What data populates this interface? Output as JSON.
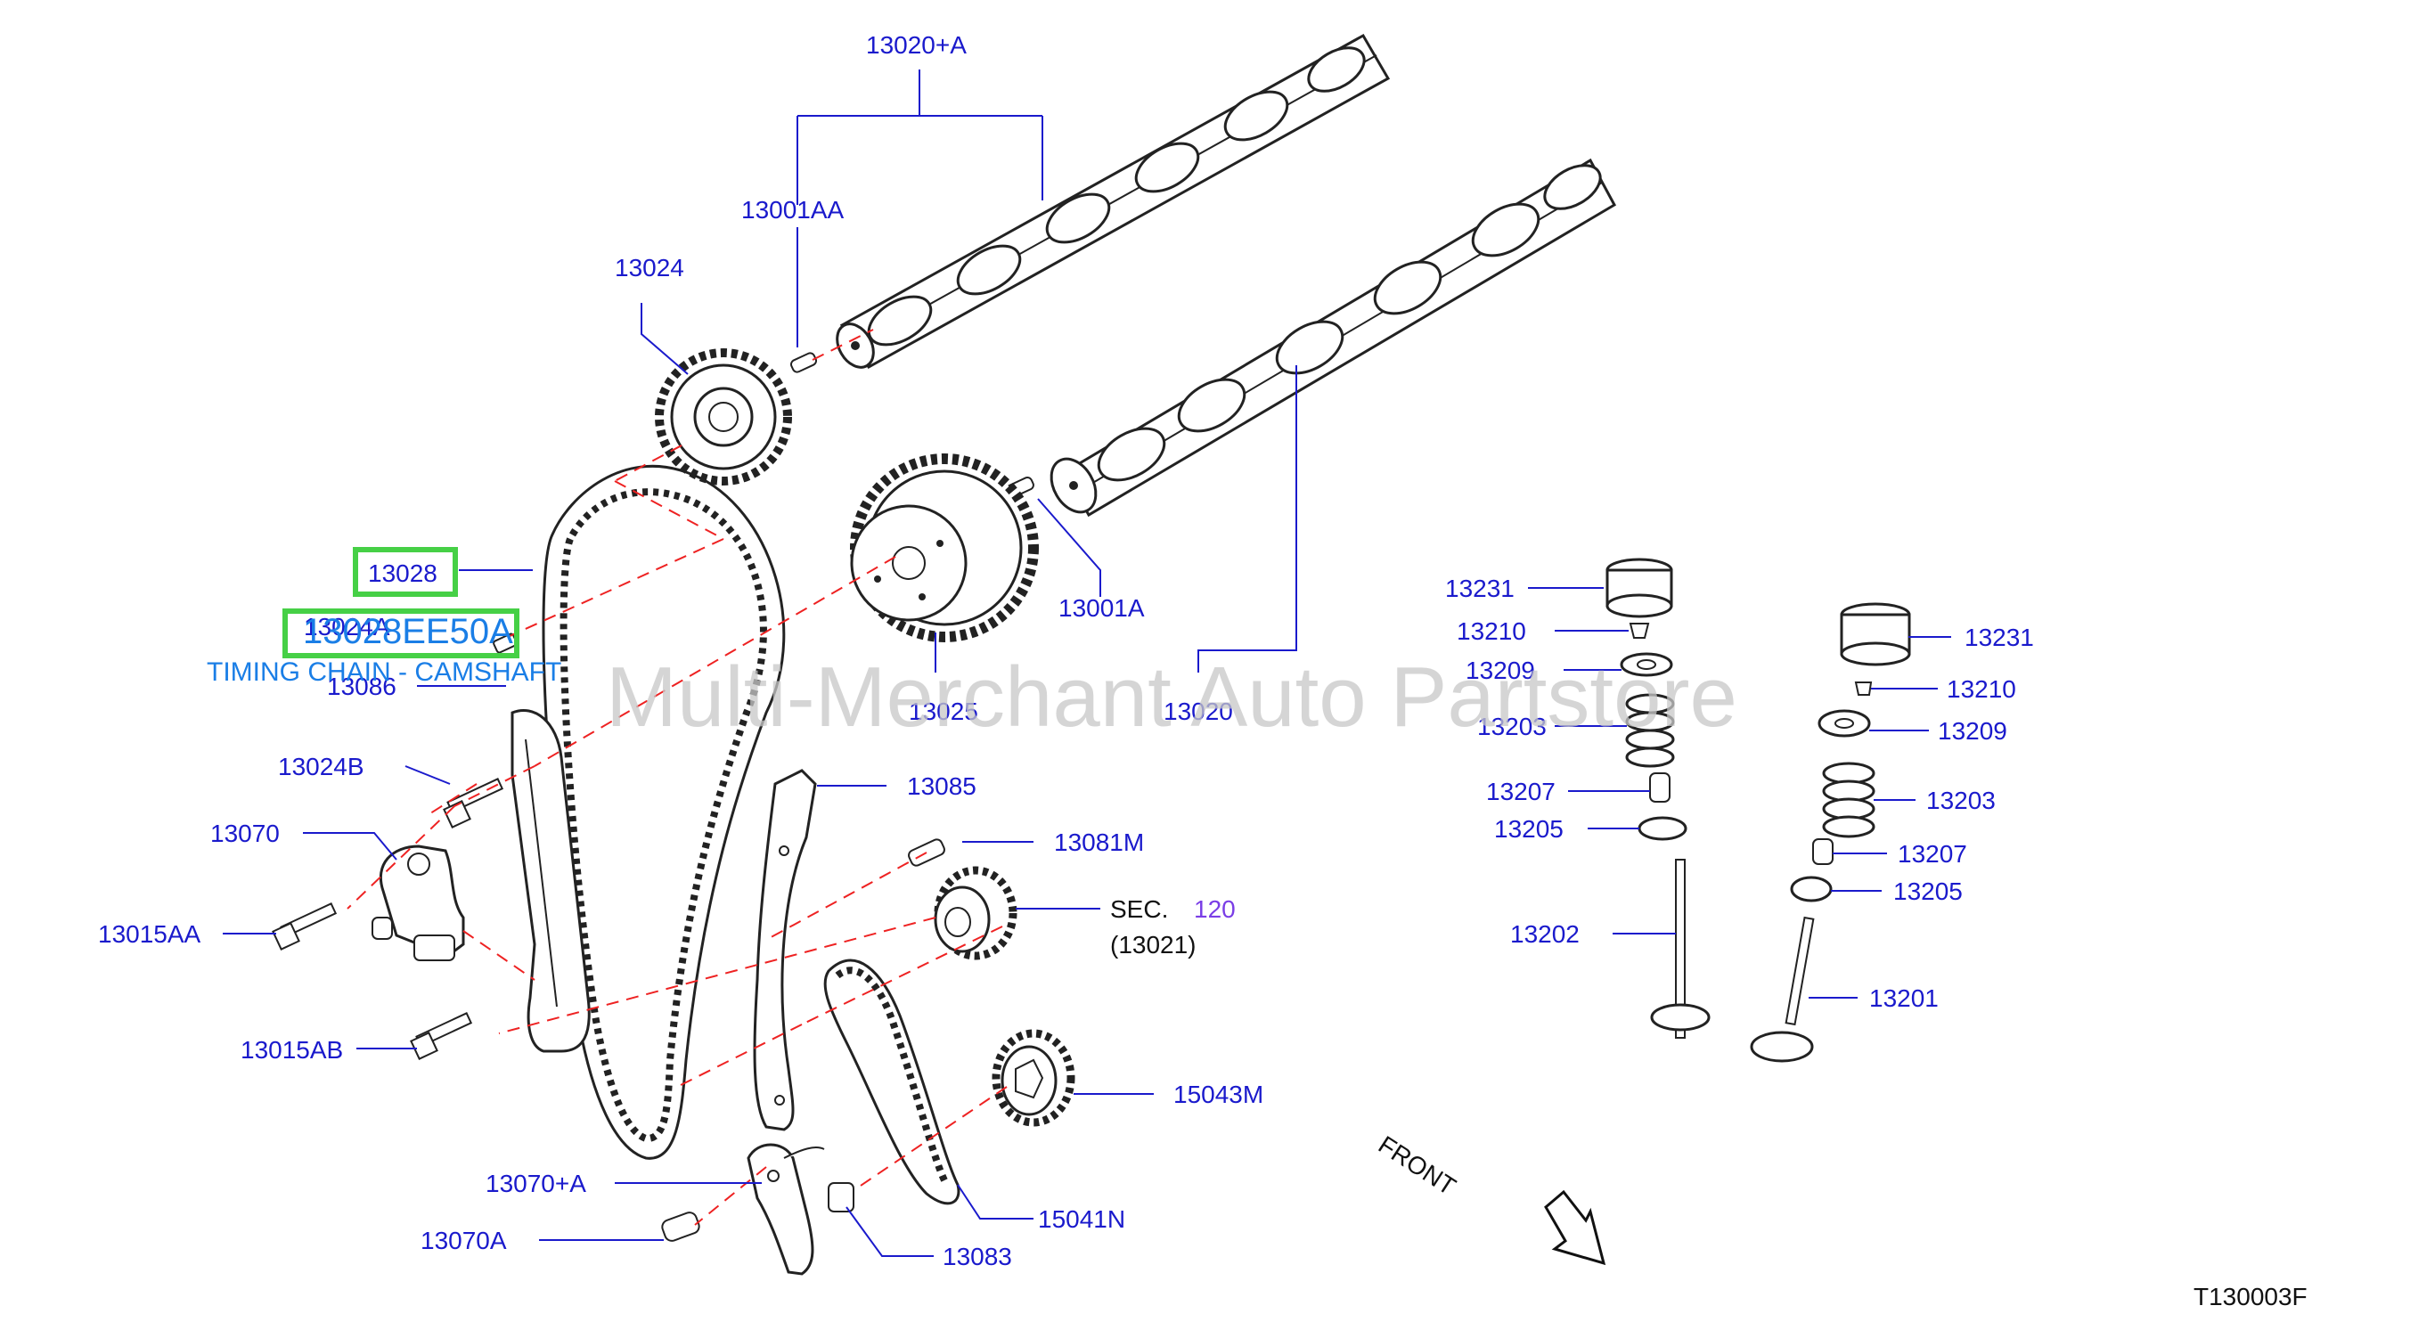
{
  "colors": {
    "label": "#1a1acc",
    "leader_line": "#1a1acc",
    "centerline_dash": "#ee2222",
    "highlight_box": "#46d046",
    "highlight_text": "#1a7ee6",
    "section_number": "#7a3ee6",
    "watermark": "#c8c8c8"
  },
  "callouts": {
    "c13020A": "13020+A",
    "c13001AA": "13001AA",
    "c13024": "13024",
    "c13028": "13028",
    "c13024A": "13024A",
    "c13086": "13086",
    "c13024B": "13024B",
    "c13070": "13070",
    "c13015AA": "13015AA",
    "c13015AB": "13015AB",
    "c13070A_plus": "13070+A",
    "c13070A": "13070A",
    "c13025": "13025",
    "c13001A": "13001A",
    "c13020": "13020",
    "c13085": "13085",
    "c13081M": "13081M",
    "sec_prefix": "SEC.",
    "sec_number": "120",
    "sec_part": "(13021)",
    "c15043M": "15043M",
    "c15041N": "15041N",
    "c13083": "13083",
    "c13231_left": "13231",
    "c13210_left": "13210",
    "c13209_left": "13209",
    "c13203_left": "13203",
    "c13207_left": "13207",
    "c13205_left": "13205",
    "c13202": "13202",
    "c13231_right": "13231",
    "c13210_right": "13210",
    "c13209_right": "13209",
    "c13203_right": "13203",
    "c13207_right": "13207",
    "c13205_right": "13205",
    "c13201": "13201"
  },
  "highlight": {
    "part_number": "13028EE50A",
    "description": "TIMING CHAIN - CAMSHAFT"
  },
  "direction_label": "FRONT",
  "watermark": "Multi-Merchant Auto Partstore",
  "figure_id": "T130003F"
}
